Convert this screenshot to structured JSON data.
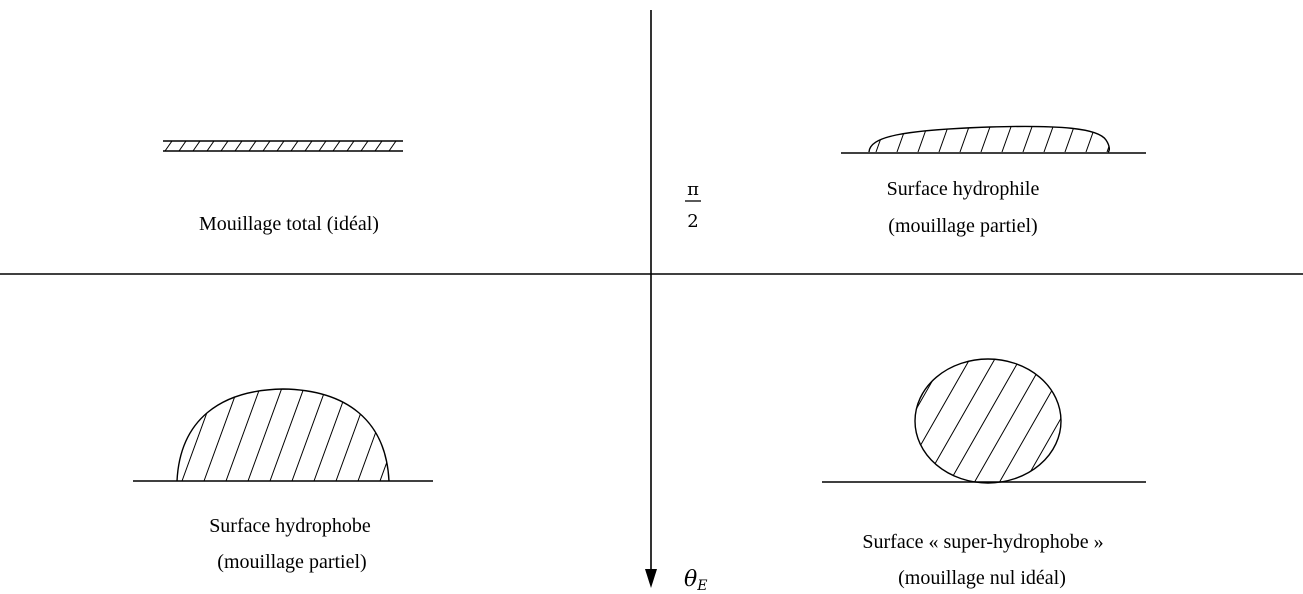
{
  "axis": {
    "pi_numerator": "π",
    "pi_denominator": "2",
    "theta_symbol": "θ",
    "theta_subscript": "E"
  },
  "quadrants": {
    "top_left": {
      "line1": "Mouillage total (idéal)"
    },
    "top_right": {
      "line1": "Surface hydrophile",
      "line2": "(mouillage partiel)"
    },
    "bottom_left": {
      "line1": "Surface hydrophobe",
      "line2": "(mouillage partiel)"
    },
    "bottom_right": {
      "line1": "Surface « super-hydrophobe »",
      "line2": "(mouillage nul idéal)"
    }
  }
}
